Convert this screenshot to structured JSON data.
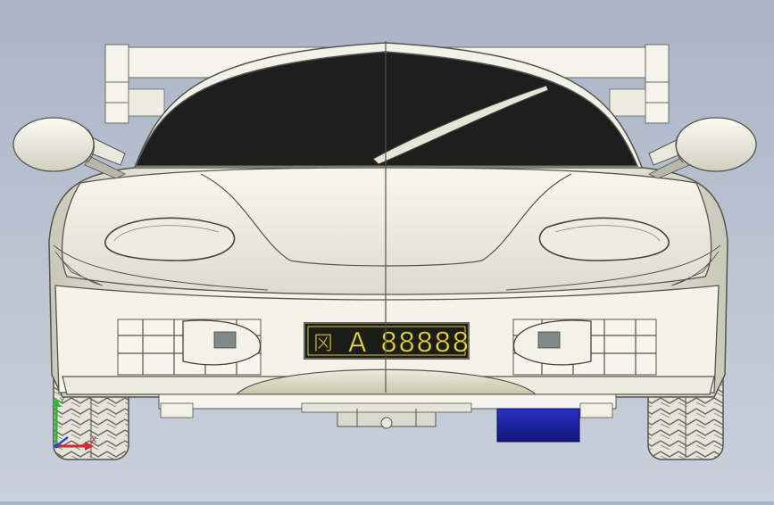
{
  "plate": {
    "prefix": "冈",
    "letter": "A",
    "number": "88888"
  },
  "axes": {
    "y_label": "Y",
    "x_label": "X"
  },
  "colors": {
    "background_top": "#a9b4c6",
    "background_bottom": "#c9d0da",
    "body": "#f1f1e6",
    "windshield": "#1e1e1e",
    "plate_text": "#e6d64a",
    "blue_block": "#1a1f9e",
    "axis_x": "#d22a2a",
    "axis_y": "#2fb52f",
    "axis_z": "#2a49c9"
  }
}
